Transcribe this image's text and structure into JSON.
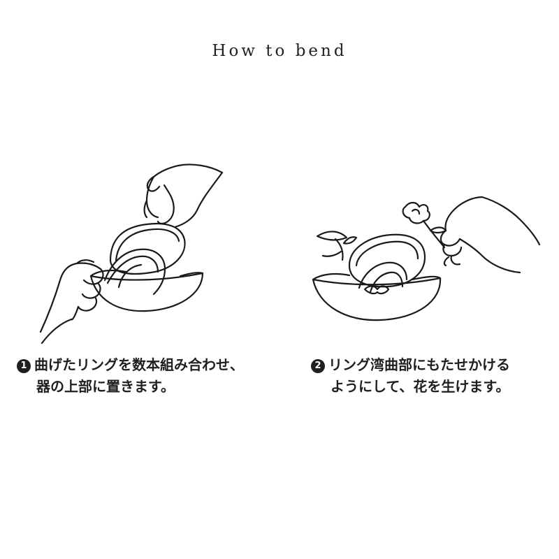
{
  "title": "How to bend",
  "steps": [
    {
      "number": "1",
      "line1": "曲げたリングを数本組み合わせ、",
      "line2": "器の上部に置きます。"
    },
    {
      "number": "2",
      "line1": "リング湾曲部にもたせかける",
      "line2": "ようにして、花を生けます。"
    }
  ]
}
